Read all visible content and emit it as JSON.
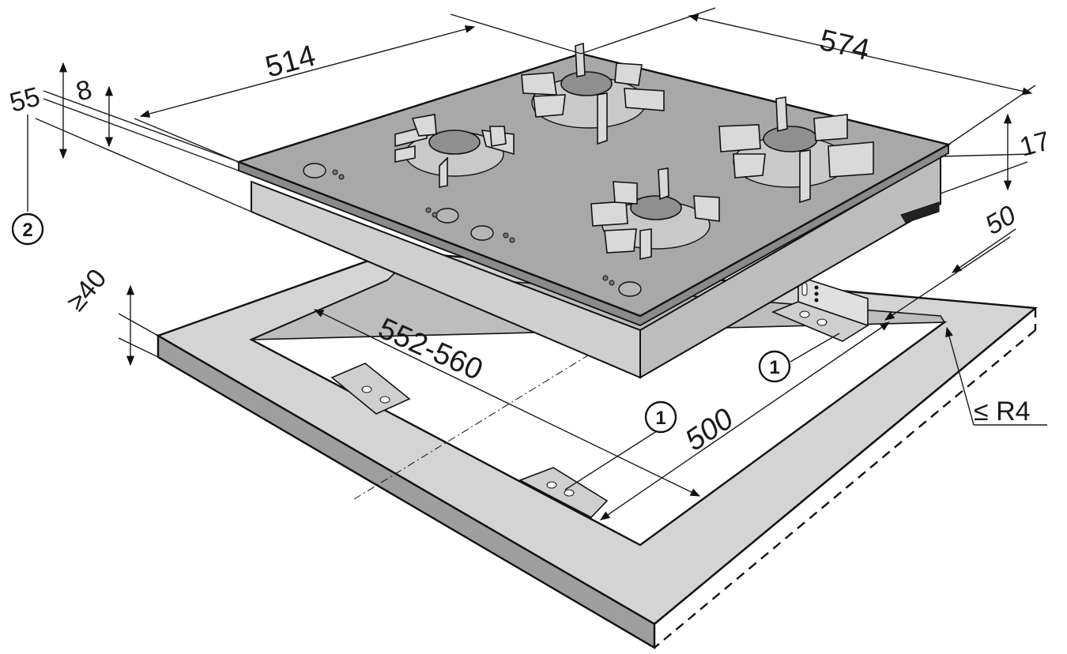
{
  "diagram": {
    "dimensions": {
      "hob_width": "574",
      "hob_depth": "514",
      "total_height": "55",
      "glass_thickness": "8",
      "front_edge_height": "17",
      "rear_clearance": "50",
      "cutout_width": "552-560",
      "cutout_depth": "500",
      "worktop_thickness": "≥40",
      "corner_radius": "≤ R4"
    },
    "callouts": [
      {
        "id": "1",
        "label": "1"
      },
      {
        "id": "1",
        "label": "1"
      },
      {
        "id": "2",
        "label": "2"
      }
    ],
    "colors": {
      "glass_top": "#a8a8a8",
      "hob_side": "#cfcfcf",
      "worktop_top": "#d4d4d4",
      "worktop_front": "#9e9e9e",
      "line": "#1a1a1a"
    }
  }
}
